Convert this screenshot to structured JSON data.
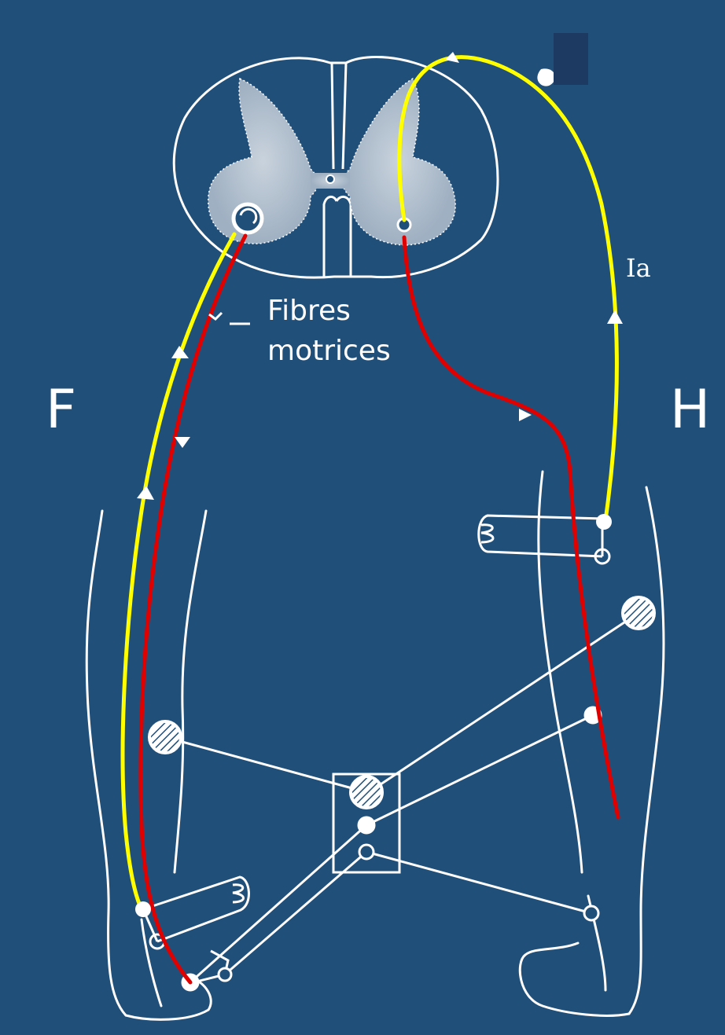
{
  "labels": {
    "left_side": "F",
    "right_side": "H",
    "afferent_fiber": "Ia",
    "motor_fibers_line1": "Fibres",
    "motor_fibers_line2": "motrices"
  },
  "colors": {
    "background": "#204f7a",
    "drawing": "#ffffff",
    "sensory_fiber": "#ffff00",
    "motor_fiber": "#e00000",
    "patch": "#1d3a62"
  }
}
